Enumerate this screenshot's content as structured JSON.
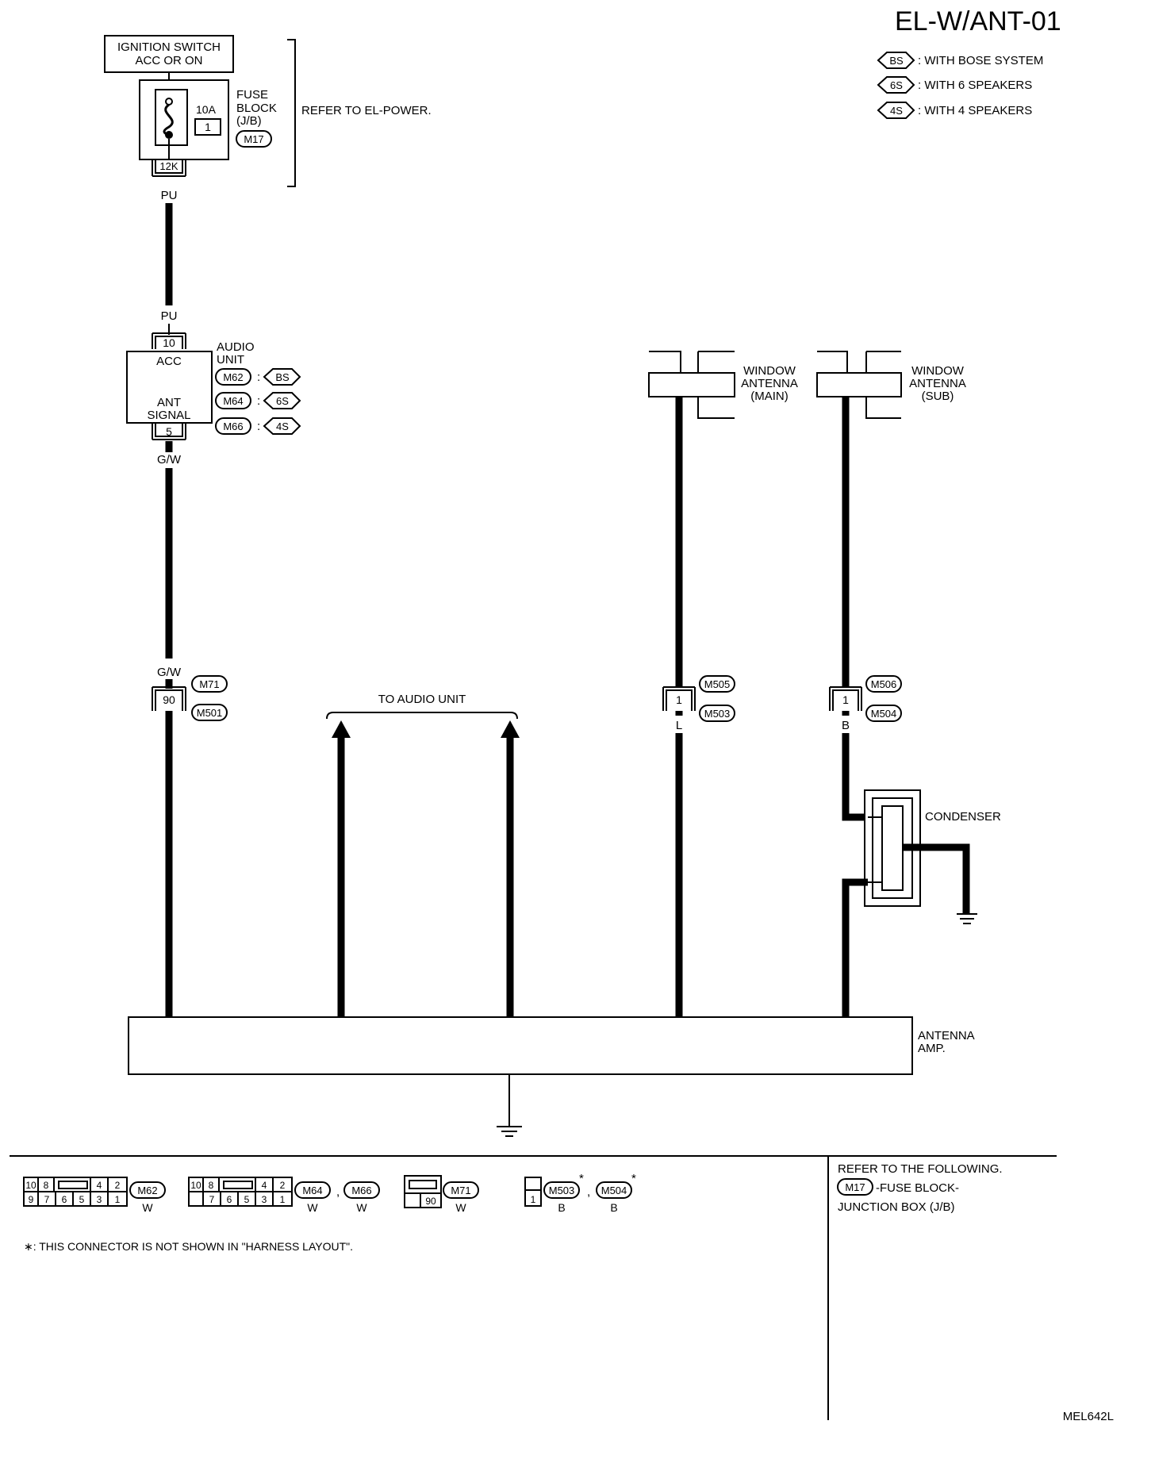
{
  "title": "EL-W/ANT-01",
  "legend": [
    {
      "code": "BS",
      "text": ": WITH BOSE SYSTEM"
    },
    {
      "code": "6S",
      "text": ": WITH 6 SPEAKERS"
    },
    {
      "code": "4S",
      "text": ": WITH 4 SPEAKERS"
    }
  ],
  "ignition": {
    "line1": "IGNITION SWITCH",
    "line2": "ACC OR ON"
  },
  "fuse": {
    "amp": "10A",
    "num": "1",
    "label1": "FUSE",
    "label2": "BLOCK",
    "label3": "(J/B)",
    "conn": "M17",
    "terminal": "12K",
    "refer": "REFER TO EL-POWER."
  },
  "wires": {
    "pu": "PU",
    "gw": "G/W",
    "l": "L",
    "b": "B"
  },
  "audio_unit": {
    "label1": "AUDIO",
    "label2": "UNIT",
    "term_acc": "10",
    "acc": "ACC",
    "ant1": "ANT",
    "ant2": "SIGNAL",
    "term_ant": "5",
    "conns": [
      {
        "conn": "M62",
        "sep": ":",
        "opt": "BS"
      },
      {
        "conn": "M64",
        "sep": ":",
        "opt": "6S"
      },
      {
        "conn": "M66",
        "sep": ":",
        "opt": "4S"
      }
    ]
  },
  "junction_90": {
    "term": "90",
    "conn_top": "M71",
    "conn_bottom": "M501"
  },
  "to_audio_unit": "TO AUDIO UNIT",
  "antenna_main": {
    "l1": "WINDOW",
    "l2": "ANTENNA",
    "l3": "(MAIN)",
    "term": "1",
    "conn_top": "M505",
    "conn_bottom": "M503"
  },
  "antenna_sub": {
    "l1": "WINDOW",
    "l2": "ANTENNA",
    "l3": "(SUB)",
    "term": "1",
    "conn_top": "M506",
    "conn_bottom": "M504"
  },
  "condenser": "CONDENSER",
  "antenna_amp": {
    "l1": "ANTENNA",
    "l2": "AMP."
  },
  "connector_views": {
    "c1": {
      "top": [
        "10",
        "8",
        "4",
        "2"
      ],
      "bottom": [
        "9",
        "7",
        "6",
        "5",
        "3",
        "1"
      ],
      "conn": "M62",
      "color": "W"
    },
    "c2": {
      "top": [
        "10",
        "8",
        "4",
        "2"
      ],
      "bottom": [
        "7",
        "6",
        "5",
        "3",
        "1"
      ],
      "conn1": "M64",
      "comma": ",",
      "conn2": "M66",
      "color1": "W",
      "color2": "W"
    },
    "c3": {
      "pin": "90",
      "conn": "M71",
      "color": "W"
    },
    "c4": {
      "pin": "1",
      "conn1": "M503",
      "star": "*",
      "comma": ",",
      "conn2": "M504",
      "color1": "B",
      "color2": "B"
    }
  },
  "footnote": "∗: THIS CONNECTOR IS NOT SHOWN IN \"HARNESS LAYOUT\".",
  "refer_following": {
    "line1": "REFER TO THE FOLLOWING.",
    "conn": "M17",
    "line2": "-FUSE BLOCK-",
    "line3": "JUNCTION BOX (J/B)"
  },
  "code": "MEL642L"
}
